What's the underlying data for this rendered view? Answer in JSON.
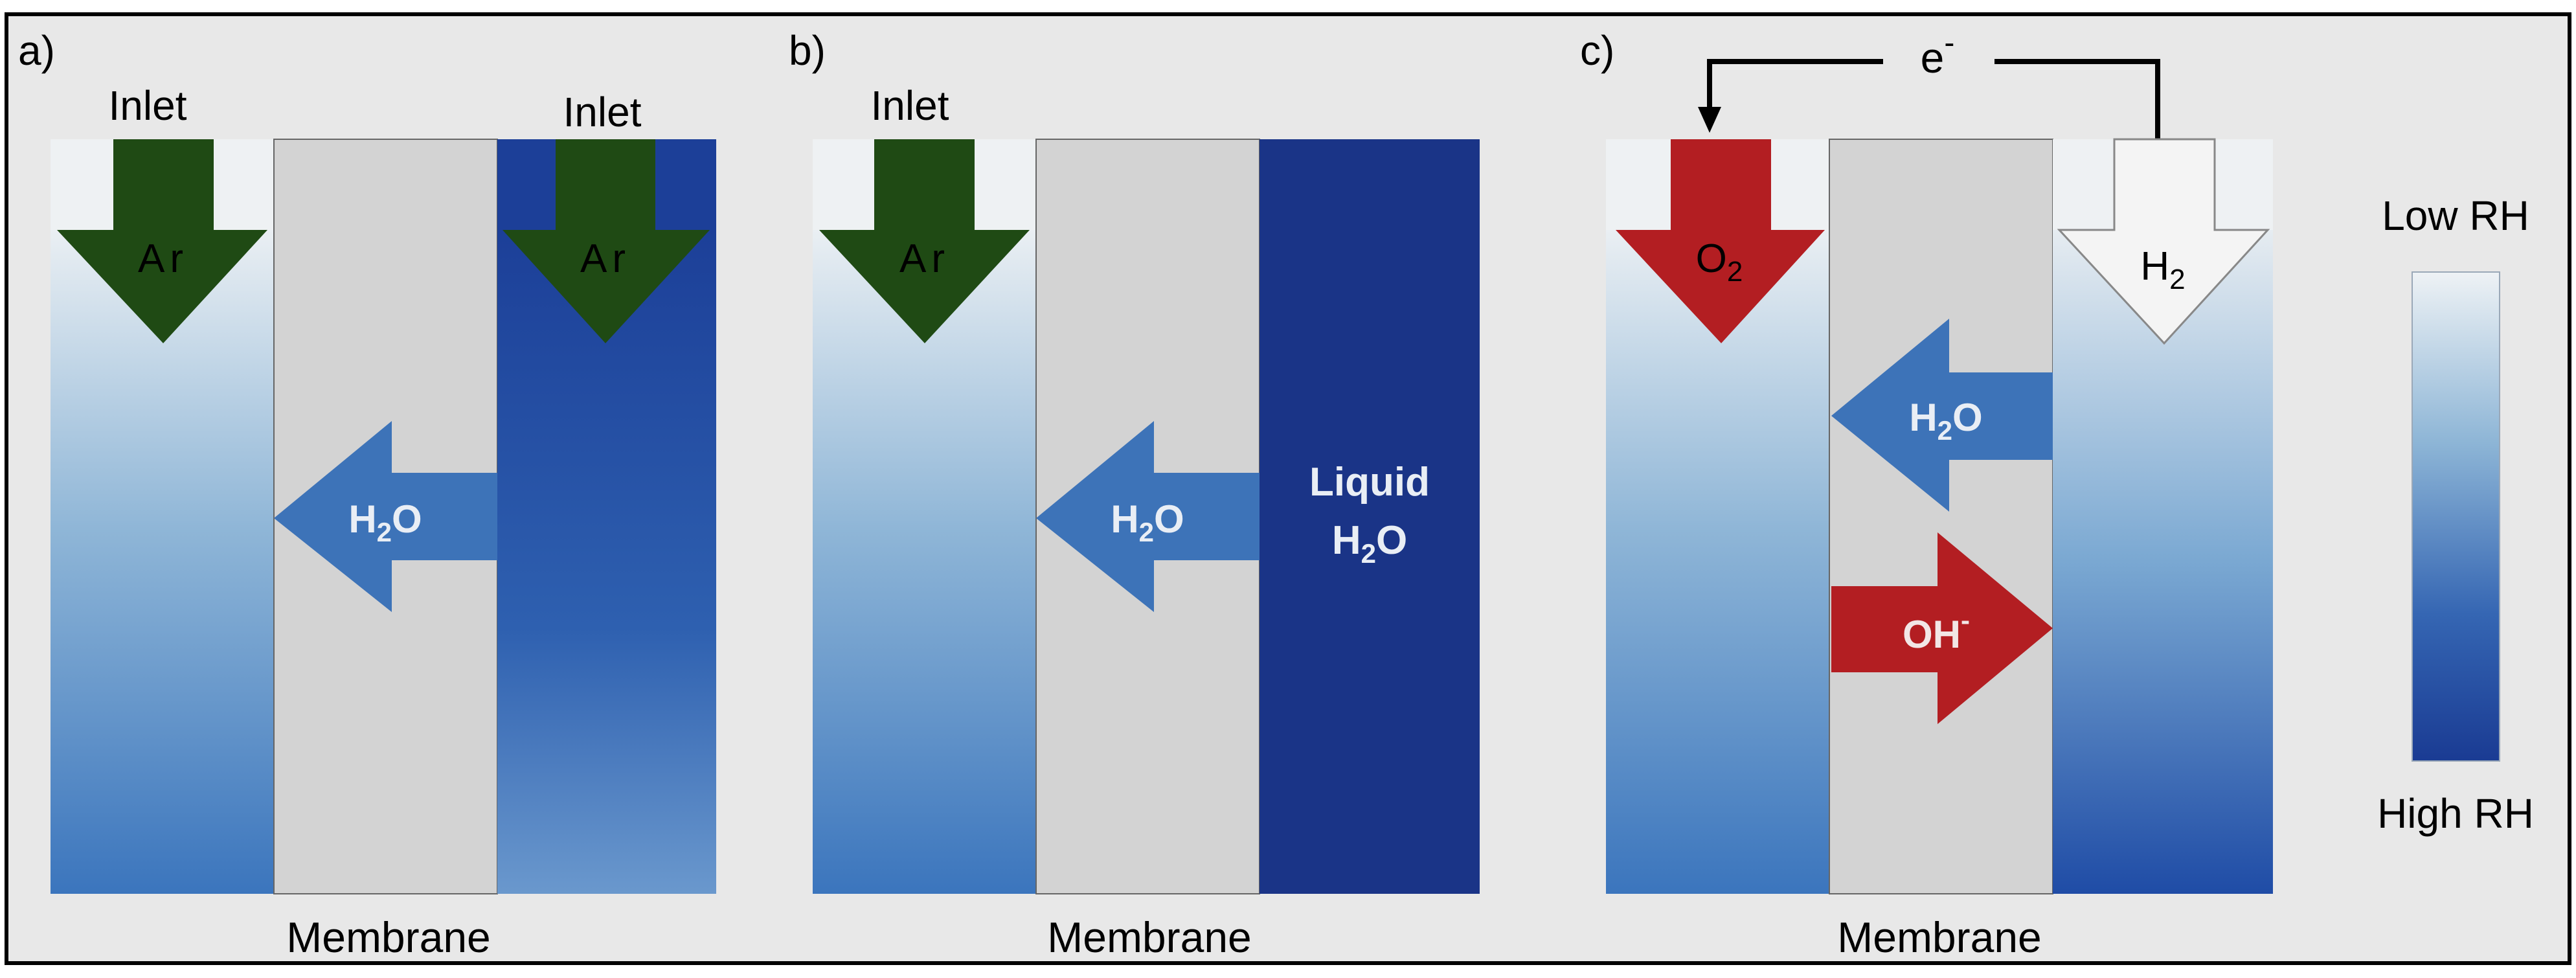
{
  "panels": {
    "a": {
      "letter": "a)",
      "inlet_left": "Inlet",
      "inlet_right": "Inlet",
      "gas_left": "Ar",
      "gas_right": "Ar",
      "flux": "H",
      "flux_sub": "2",
      "flux_tail": "O",
      "membrane": "Membrane"
    },
    "b": {
      "letter": "b)",
      "inlet_left": "Inlet",
      "gas_left": "Ar",
      "flux": "H",
      "flux_sub": "2",
      "flux_tail": "O",
      "liquid_line1": "Liquid",
      "liquid_line2_a": "H",
      "liquid_line2_sub": "2",
      "liquid_line2_b": "O",
      "membrane": "Membrane"
    },
    "c": {
      "letter": "c)",
      "electron": "e",
      "electron_sup": "-",
      "gas_left": "O",
      "gas_left_sub": "2",
      "gas_right": "H",
      "gas_right_sub": "2",
      "flux_water": "H",
      "flux_water_sub": "2",
      "flux_water_tail": "O",
      "flux_hydroxide": "OH",
      "flux_hydroxide_sup": "-",
      "membrane": "Membrane"
    }
  },
  "legend": {
    "low": "Low RH",
    "high": "High RH"
  },
  "colors": {
    "arrow_green": "#1f4a14",
    "arrow_blue": "#3d73b8",
    "arrow_red": "#b31e22",
    "membrane_gray": "#d3d3d3",
    "liquid_blue": "#1a3487",
    "low_rh": "#e9eef2",
    "high_rh": "#1c3f98"
  }
}
